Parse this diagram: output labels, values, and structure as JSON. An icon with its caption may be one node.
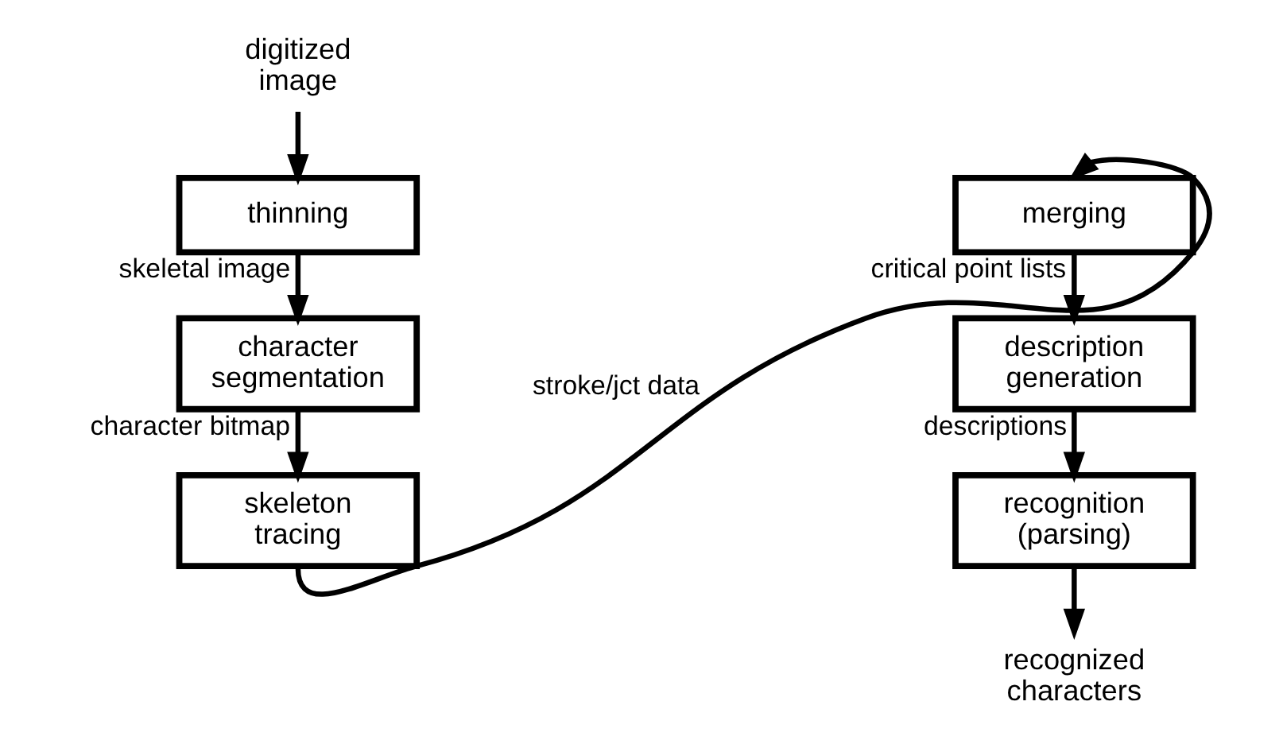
{
  "diagram": {
    "nodes": [
      {
        "text": [
          "digitized image"
        ]
      },
      {
        "text": [
          "thinning"
        ]
      },
      {
        "text": [
          "character segmentation"
        ]
      },
      {
        "text": [
          "skeleton tracing"
        ]
      },
      {
        "text": [
          "merging"
        ]
      },
      {
        "text": [
          "description generation"
        ]
      },
      {
        "text": [
          "recognition (parsing)"
        ]
      },
      {
        "text": [
          "recognized characters"
        ]
      }
    ],
    "edges": [
      {
        "from": 0,
        "to": 1,
        "arrow": "to"
      },
      {
        "from": 1,
        "to": 2,
        "arrow": "to",
        "label": "skeletal image"
      },
      {
        "from": 2,
        "to": 3,
        "arrow": "to",
        "label": "character bitmap"
      },
      {
        "from": 3,
        "to": 4,
        "arrow": "to",
        "label": "stroke/jct data"
      },
      {
        "from": 4,
        "to": 5,
        "arrow": "to",
        "label": "critical point lists"
      },
      {
        "from": 5,
        "to": 6,
        "arrow": "to",
        "label": "descriptions"
      },
      {
        "from": 6,
        "to": 7,
        "arrow": "to"
      }
    ]
  }
}
